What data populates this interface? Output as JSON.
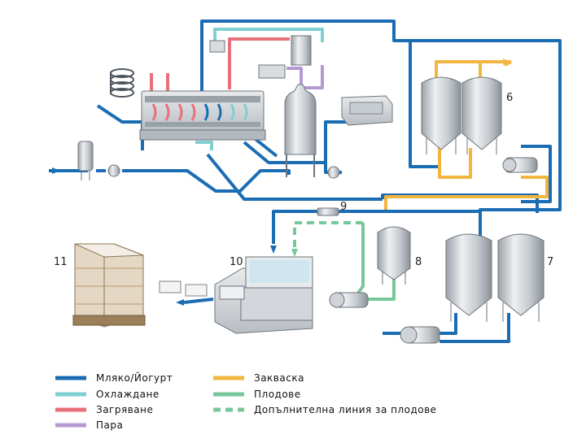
{
  "colors": {
    "milk": "#1b6db3",
    "cooling": "#7fcfd3",
    "heating": "#e8707a",
    "steam": "#b49ad0",
    "starter": "#f2b640",
    "fruit": "#77c79a",
    "steel": "#c9cdd2",
    "steelDark": "#8c949c"
  },
  "numbers": {
    "n6": "6",
    "n7": "7",
    "n8": "8",
    "n9": "9",
    "n10": "10",
    "n11": "11"
  },
  "legend": {
    "milk": "Мляко/Йогурт",
    "cooling": "Охлаждане",
    "heating": "Загряване",
    "steam": "Пара",
    "starter": "Закваска",
    "fruit": "Плодове",
    "fruit_extra": "Допълнителна линия за плодове"
  }
}
